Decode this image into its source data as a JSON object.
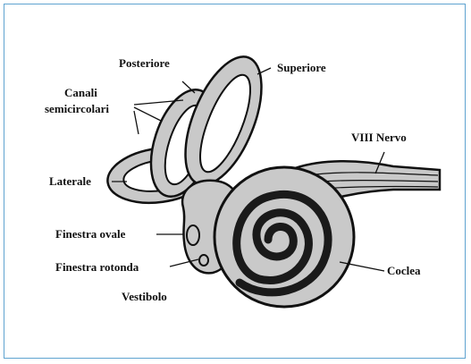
{
  "labels": {
    "posteriore": "Posteriore",
    "superiore": "Superiore",
    "canali_line1": "Canali",
    "canali_line2": "semicircolari",
    "viii_nervo": "VIII Nervo",
    "laterale": "Laterale",
    "finestra_ovale": "Finestra ovale",
    "finestra_rotonda": "Finestra rotonda",
    "vestibolo": "Vestibolo",
    "coclea": "Coclea"
  },
  "colors": {
    "frame_border": "#5fa3d0",
    "fill": "#c9c9c9",
    "stroke": "#111111",
    "spiral": "#1a1a1a"
  }
}
